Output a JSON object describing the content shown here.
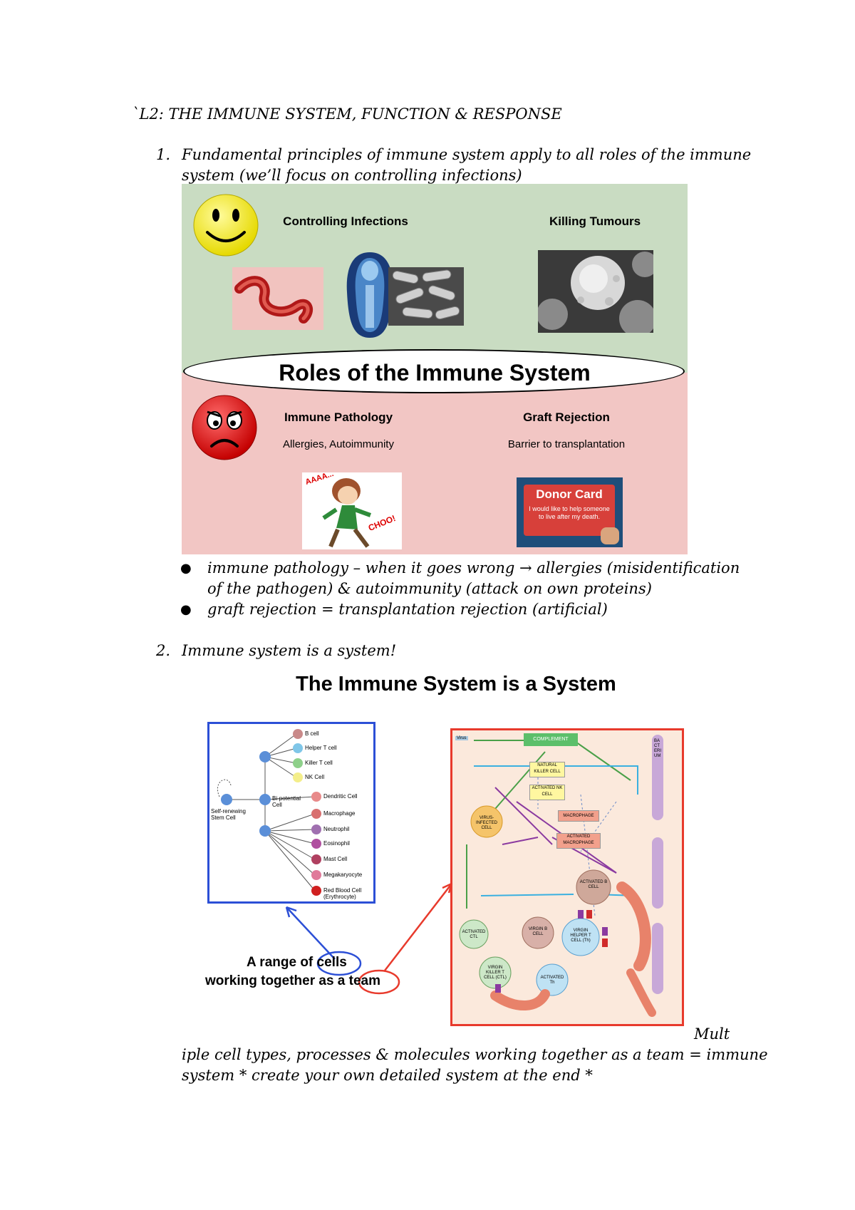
{
  "heading": "`L2: THE IMMUNE SYSTEM, FUNCTION & RESPONSE",
  "item1": {
    "number": "1.",
    "line1": "Fundamental principles of immune system apply to all roles of the immune",
    "line2": "system (we’ll focus on controlling infections)"
  },
  "slide1": {
    "title": "Roles of the Immune System",
    "controlling_infections": "Controlling Infections",
    "killing_tumours": "Killing Tumours",
    "immune_pathology": "Immune Pathology",
    "immune_pathology_sub": "Allergies, Autoimmunity",
    "graft_rejection": "Graft Rejection",
    "graft_rejection_sub": "Barrier to transplantation",
    "sneeze_text": "AAAA...",
    "choo_text": "CHOO!",
    "donor_card_title": "Donor Card",
    "donor_card_line1": "I would like to help someone",
    "donor_card_line2": "to live after my death."
  },
  "bullets": [
    {
      "line1": "immune pathology – when it goes wrong → allergies (misidentification",
      "line2": "of the pathogen) & autoimmunity (attack on own proteins)"
    },
    {
      "line1": "graft rejection = transplantation rejection (artificial)",
      "line2": ""
    }
  ],
  "item2": {
    "number": "2.",
    "text": "Immune system is a system!"
  },
  "slide2": {
    "title": "The Immune System is a System",
    "caption_line1_pre": "A range of ",
    "caption_cells": "cells",
    "caption_line2_pre": "working together as a ",
    "caption_team": "team",
    "lineage": {
      "stem_cell": "Self-renewing Stem Cell",
      "bipotential": "Bi-potential Cell",
      "cells": [
        "B cell",
        "Helper T cell",
        "Killer T cell",
        "NK Cell",
        "Dendritic Cell",
        "Macrophage",
        "Neutrophil",
        "Eosinophil",
        "Mast Cell",
        "Megakaryocyte",
        "Red Blood Cell (Erythrocyte)"
      ]
    },
    "network": {
      "complement": "COMPLEMENT",
      "nk_cell": "NATURAL KILLER CELL",
      "activated_nk": "ACTIVATED NK CELL",
      "macrophage": "MACROPHAGE",
      "activated_macrophage": "ACTIVATED MACROPHAGE",
      "virus_infected": "VIRUS-INFECTED CELL",
      "activated_b": "ACTIVATED B CELL",
      "virgin_b": "VIRGIN B CELL",
      "virgin_helper": "VIRGIN HELPER T CELL (Th)",
      "activated_ctl": "ACTIVATED CTL",
      "virgin_killer": "VIRGIN KILLER T CELL (CTL)",
      "activated_th": "ACTIVATED Th",
      "virus": "Virus",
      "bacterium": "BACTERIUM"
    }
  },
  "closing": {
    "tail": "Mult",
    "line1": "iple cell types, processes & molecules working together as a team = immune",
    "line2": "system * create your own detailed system at the end *"
  }
}
